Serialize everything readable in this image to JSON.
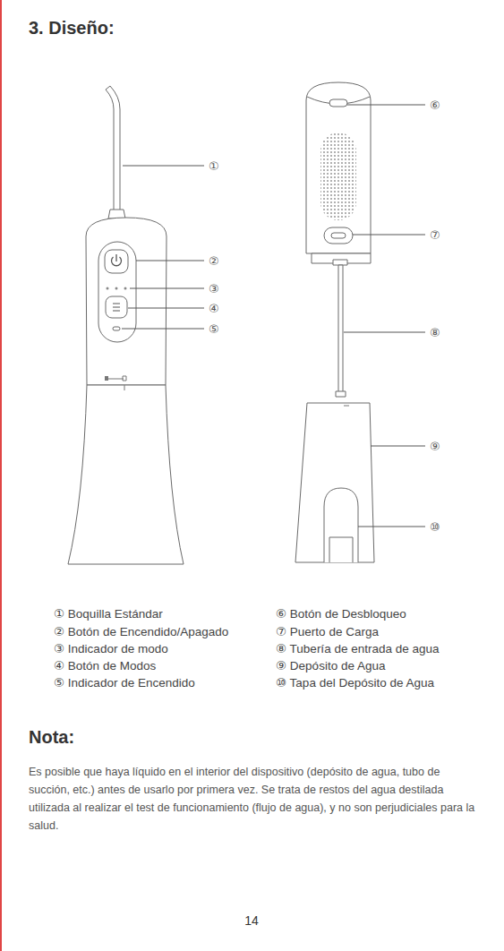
{
  "diagram": {
    "title": "3. Diseño:",
    "labels": [
      "①",
      "②",
      "③",
      "④",
      "⑤",
      "⑥",
      "⑦",
      "⑧",
      "⑨",
      "⑩",
      "① Boquilla Estándar",
      "② Botón de Encendido/Apagado",
      "③ Indicador de modo",
      "④ Botón de Modos",
      "⑤ Indicador de Encendido",
      "⑥ Botón de Desbloqueo",
      "⑦ Puerto de Carga",
      "⑧ Tubería de entrada de agua",
      "⑨ Depósito de Agua",
      "⑩ Tapa del Depósito de Agua",
      "Nota:",
      "Es posible que haya líquido en el interior del dispositivo (depósito de agua, tubo de succión, etc.) antes de usarlo por primera vez. Se trata de restos del agua destilada utilizada al realizar el test de funcionamiento (flujo de agua), y no son perjudiciales para la salud.",
      "14"
    ]
  }
}
